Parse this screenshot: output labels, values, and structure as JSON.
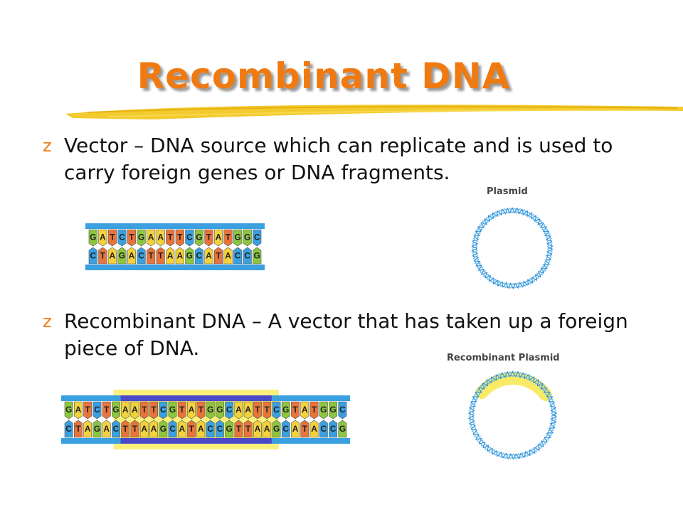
{
  "slide": {
    "title": "Recombinant DNA",
    "bullet_icon": "z-bullet",
    "accent_color": "#f07a12",
    "bullets": [
      {
        "text": "Vector – DNA source which can replicate and is used to carry foreign genes or DNA fragments."
      },
      {
        "text": "Recombinant DNA – A vector that has taken up a foreign piece of DNA."
      }
    ]
  },
  "figures": {
    "plasmid_label": "Plasmid",
    "recombinant_label": "Recombinant Plasmid",
    "vector_top": [
      "G",
      "A",
      "T",
      "C",
      "T",
      "G",
      "A",
      "A",
      "T",
      "T",
      "C",
      "G",
      "T",
      "A",
      "T",
      "G",
      "G",
      "C"
    ],
    "vector_bottom": [
      "C",
      "T",
      "A",
      "G",
      "A",
      "C",
      "T",
      "T",
      "A",
      "A",
      "G",
      "C",
      "A",
      "T",
      "A",
      "C",
      "C",
      "G"
    ],
    "recomb_top": [
      "G",
      "A",
      "T",
      "C",
      "T",
      "G",
      "A",
      "A",
      "T",
      "T",
      "C",
      "G",
      "T",
      "A",
      "T",
      "G",
      "G",
      "C",
      "A",
      "A",
      "T",
      "T",
      "C",
      "G",
      "T",
      "A",
      "T",
      "G",
      "G",
      "C"
    ],
    "recomb_bottom": [
      "C",
      "T",
      "A",
      "G",
      "A",
      "C",
      "T",
      "T",
      "A",
      "A",
      "G",
      "C",
      "A",
      "T",
      "A",
      "C",
      "C",
      "G",
      "T",
      "T",
      "A",
      "A",
      "G",
      "C",
      "A",
      "T",
      "A",
      "C",
      "C",
      "G"
    ],
    "base_colors": {
      "A": "#f4d23c",
      "T": "#e8743b",
      "G": "#8cc63f",
      "C": "#3aa0e0"
    }
  }
}
